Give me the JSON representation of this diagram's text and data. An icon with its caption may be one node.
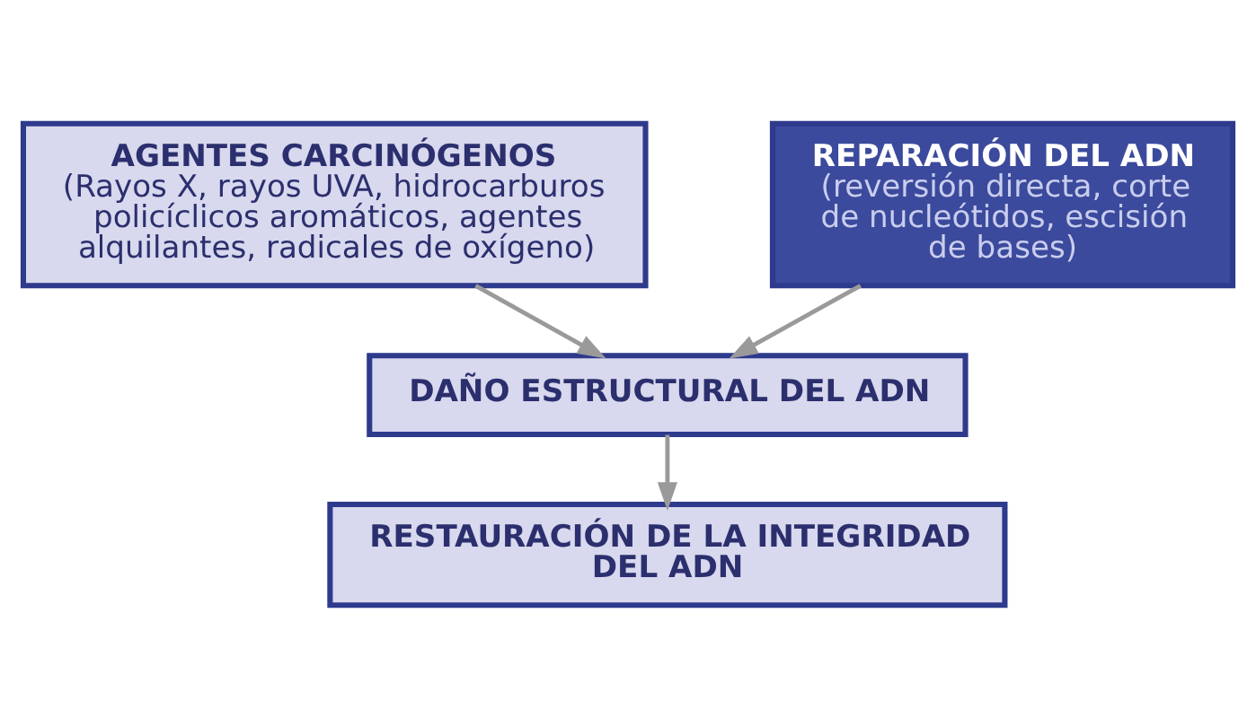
{
  "diagram": {
    "nodes": [
      {
        "text": [
          "AGENTES CARCINÓGENOS",
          "(Rayos X, rayos UVA, hidrocarburos policíclicos aromáticos, agentes alquilantes, radicales de oxígeno)"
        ]
      },
      {
        "text": [
          "DAÑO ESTRUCTURAL DEL ADN"
        ]
      },
      {
        "text": [
          "RESTAURACIÓN DE LA INTEGRIDAD DEL ADN"
        ]
      },
      {
        "text": [
          "REPARACIÓN DEL ADN",
          "(reversión directa, corte de nucleótidos, escisión de bases)"
        ]
      }
    ],
    "edges": [
      {
        "from": 0,
        "to": 1,
        "arrow": "to"
      },
      {
        "from": 1,
        "to": 2,
        "arrow": "to"
      },
      {
        "from": 3,
        "to": 1,
        "arrow": "to"
      }
    ]
  }
}
